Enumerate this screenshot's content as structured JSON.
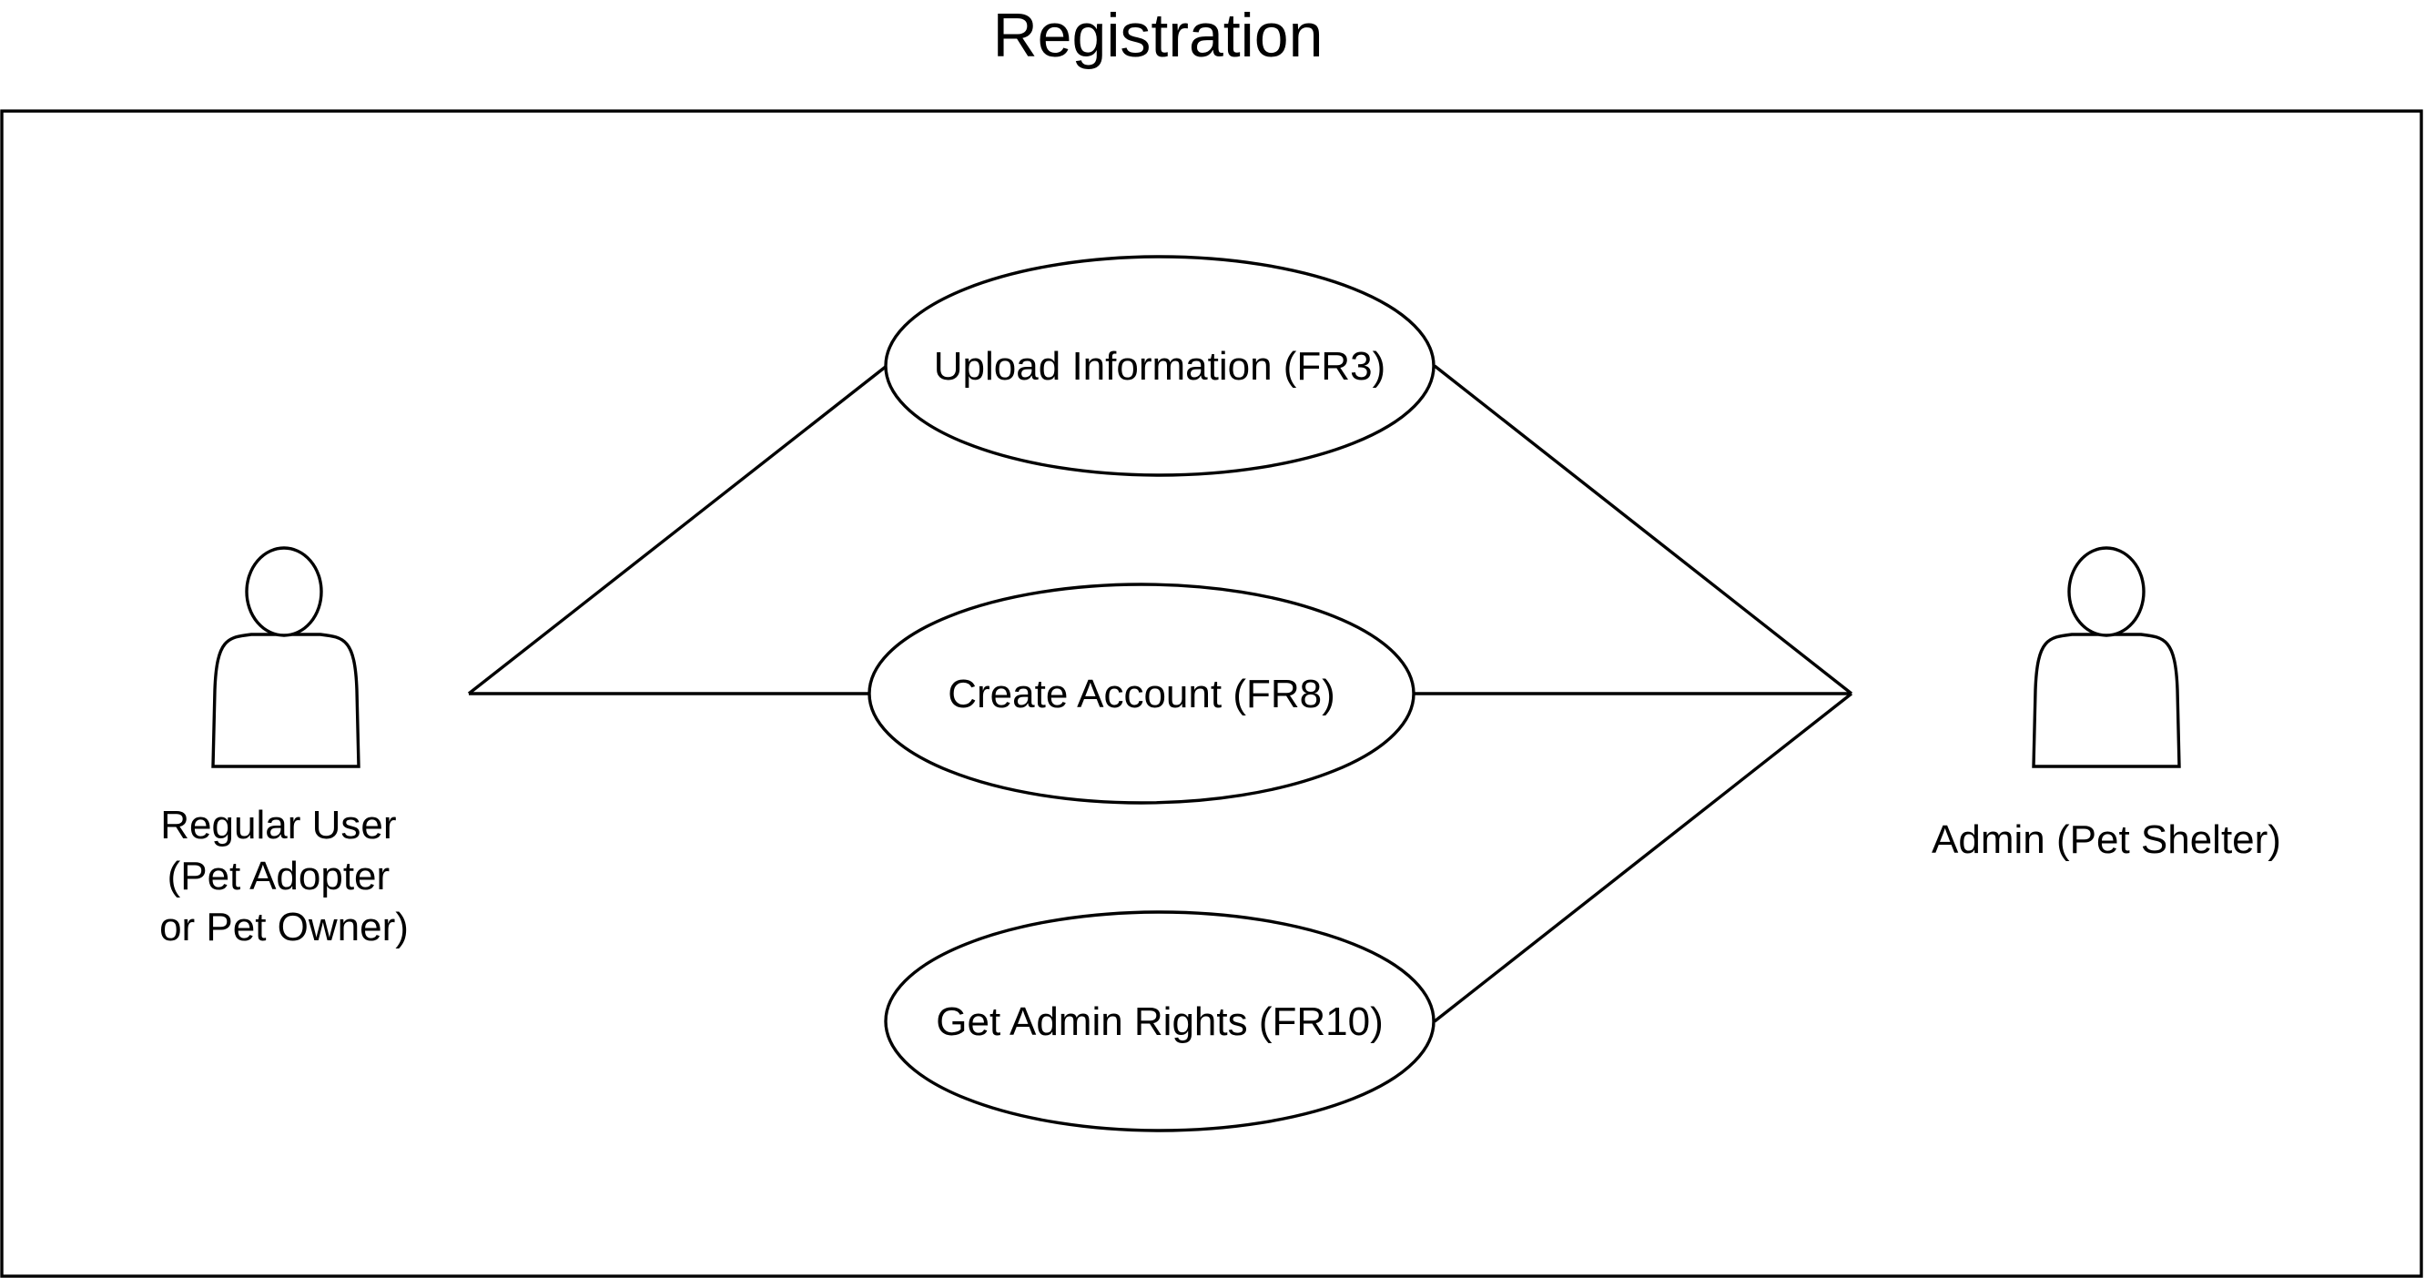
{
  "diagram": {
    "title": "Registration",
    "actors": {
      "regular_user": {
        "label_lines": [
          "Regular User",
          "(Pet Adopter",
          "or Pet Owner)"
        ]
      },
      "admin": {
        "label": "Admin (Pet Shelter)"
      }
    },
    "use_cases": {
      "upload_information": {
        "label": "Upload Information (FR3)"
      },
      "create_account": {
        "label": "Create Account (FR8)"
      },
      "get_admin_rights": {
        "label": "Get Admin Rights (FR10)"
      }
    },
    "associations": [
      {
        "from": "Regular User",
        "to": "Upload Information (FR3)"
      },
      {
        "from": "Regular User",
        "to": "Create Account (FR8)"
      },
      {
        "from": "Admin (Pet Shelter)",
        "to": "Upload Information (FR3)"
      },
      {
        "from": "Admin (Pet Shelter)",
        "to": "Create Account (FR8)"
      },
      {
        "from": "Admin (Pet Shelter)",
        "to": "Get Admin Rights (FR10)"
      }
    ]
  }
}
